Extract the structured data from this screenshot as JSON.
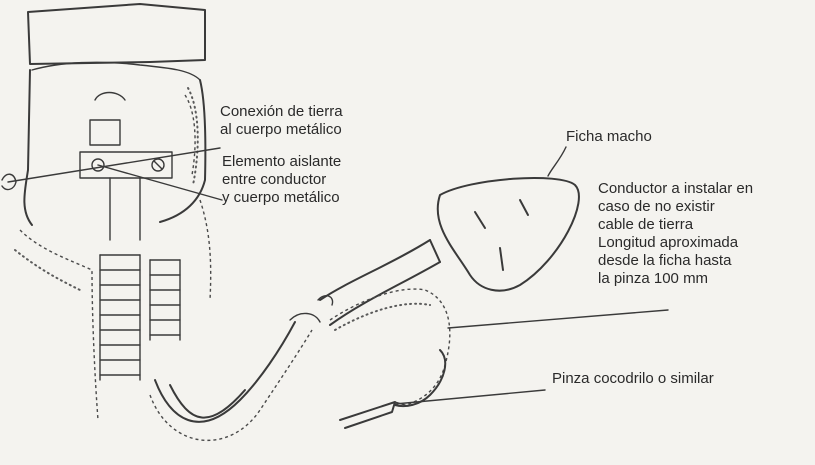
{
  "labels": {
    "ground_connection": [
      "Conexión de tierra",
      "al cuerpo metálico"
    ],
    "insulating_element": [
      "Elemento aislante",
      "entre conductor",
      "y cuerpo metálico"
    ],
    "male_plug": "Ficha macho",
    "conductor_note": [
      "Conductor a instalar en",
      "caso de no existir",
      "cable de tierra",
      "Longitud aproximada",
      "desde la ficha hasta",
      "la pinza 100 mm"
    ],
    "clip": "Pinza cocodrilo o similar"
  }
}
